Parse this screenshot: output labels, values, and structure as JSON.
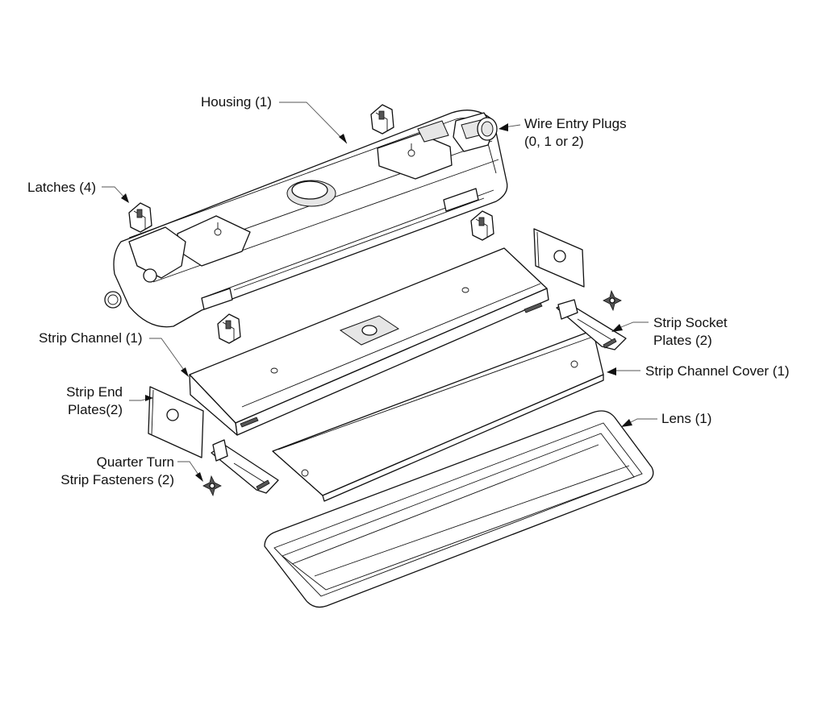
{
  "labels": {
    "housing": "Housing (1)",
    "wire_entry_plugs": "Wire Entry Plugs\n(0, 1 or 2)",
    "latches": "Latches (4)",
    "strip_socket_plates": "Strip Socket\nPlates (2)",
    "strip_channel": "Strip Channel (1)",
    "strip_channel_cover": "Strip Channel Cover (1)",
    "strip_end_plates": "Strip End\nPlates(2)",
    "lens": "Lens (1)",
    "quarter_turn_fasteners": "Quarter Turn\nStrip Fasteners (2)"
  }
}
